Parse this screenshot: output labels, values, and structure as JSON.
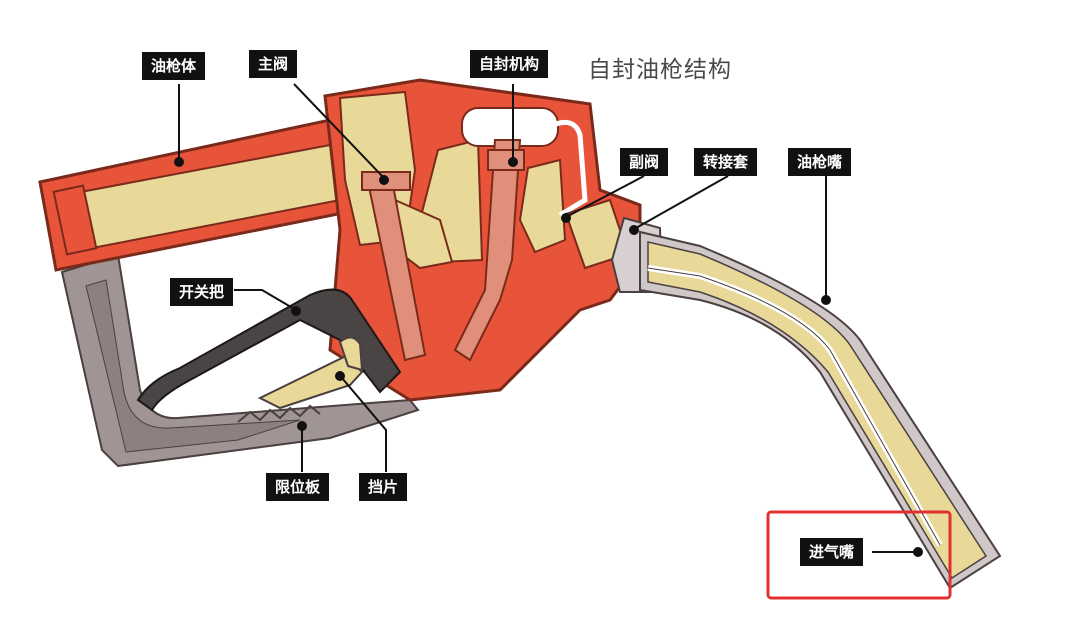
{
  "title": "自封油枪结构",
  "labels": {
    "gun_body": "油枪体",
    "main_valve": "主阀",
    "self_seal": "自封机构",
    "secondary_valve": "副阀",
    "adapter_sleeve": "转接套",
    "nozzle": "油枪嘴",
    "switch_handle": "开关把",
    "limit_plate": "限位板",
    "stop_piece": "挡片",
    "air_inlet": "进气嘴"
  },
  "colors": {
    "body_red": "#e8543a",
    "outline_dark": "#7a2a1a",
    "cream": "#e9d998",
    "valve_pink": "#e0907a",
    "guard_gray": "#a09594",
    "handle_dark": "#4a4444",
    "highlight_box": "#e03030"
  }
}
